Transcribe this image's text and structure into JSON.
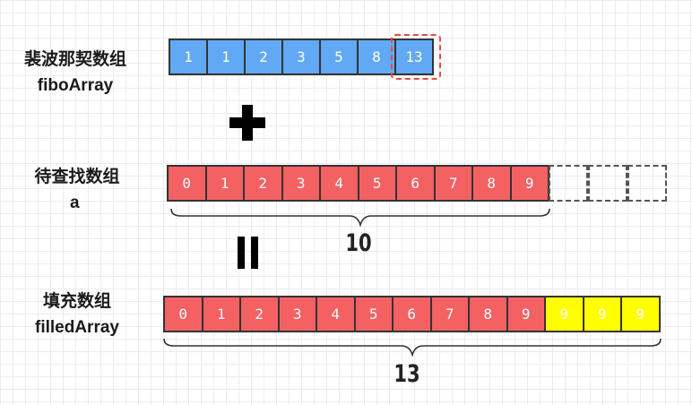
{
  "fibo": {
    "label_cn": "裴波那契数组",
    "label_en": "fiboArray",
    "values": [
      "1",
      "1",
      "2",
      "3",
      "5",
      "8",
      "13"
    ]
  },
  "input": {
    "label_cn": "待查找数组",
    "label_en": "a",
    "values": [
      "0",
      "1",
      "2",
      "3",
      "4",
      "5",
      "6",
      "7",
      "8",
      "9"
    ],
    "empty_slots": 3,
    "length": "10"
  },
  "filled": {
    "label_cn": "填充数组",
    "label_en": "filledArray",
    "values": [
      "0",
      "1",
      "2",
      "3",
      "4",
      "5",
      "6",
      "7",
      "8",
      "9"
    ],
    "padding": [
      "9",
      "9",
      "9"
    ],
    "length": "13"
  },
  "colors": {
    "fibo_cell": "#61a9f5",
    "array_cell": "#f36163",
    "padding_cell": "#ffff00",
    "highlight": "#e64a4a",
    "symbol": "#000000"
  },
  "icons": [
    "plus-icon",
    "equals-icon"
  ]
}
